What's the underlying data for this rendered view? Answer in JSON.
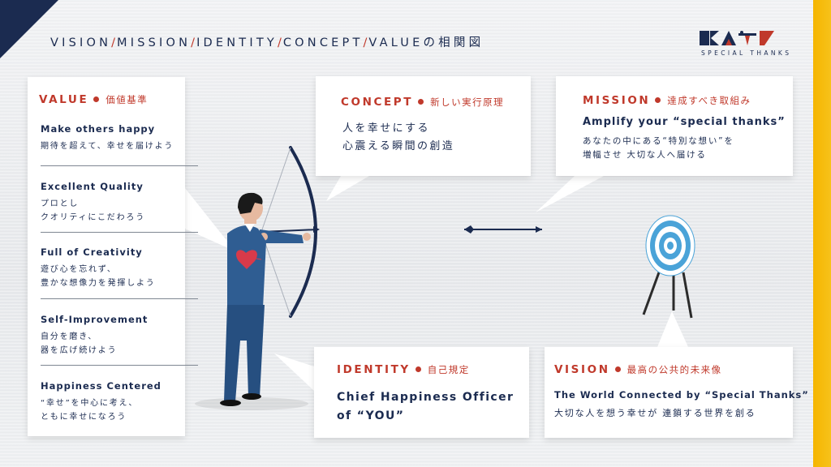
{
  "header": {
    "parts": [
      "VISION",
      "MISSION",
      "IDENTITY",
      "CONCEPT",
      "VALUE"
    ],
    "separator": "/",
    "suffix": "の相関図"
  },
  "logo": {
    "subtitle": "SPECIAL THANKS",
    "colors": [
      "#1b2b50",
      "#c0392b"
    ]
  },
  "value": {
    "title": "VALUE",
    "subtitle": "価値基準",
    "items": [
      {
        "en": "Make others happy",
        "jp": [
          "期待を超えて、幸せを届けよう"
        ]
      },
      {
        "en": "Excellent Quality",
        "jp": [
          "プロとし",
          "クオリティにこだわろう"
        ]
      },
      {
        "en": "Full of Creativity",
        "jp": [
          "遊び心を忘れず、",
          "豊かな想像力を発揮しよう"
        ]
      },
      {
        "en": "Self-Improvement",
        "jp": [
          "自分を磨き、",
          "器を広げ続けよう"
        ]
      },
      {
        "en": "Happiness Centered",
        "jp": [
          "“幸せ”を中心に考え、",
          "ともに幸せになろう"
        ]
      }
    ]
  },
  "concept": {
    "title": "CONCEPT",
    "subtitle": "新しい実行原理",
    "lines": [
      "人を幸せにする",
      "心震える瞬間の創造"
    ]
  },
  "mission": {
    "title": "MISSION",
    "subtitle": "達成すべき取組み",
    "en": "Amplify your “special thanks”",
    "jp": [
      "あなたの中にある“特別な想い”を",
      "増幅させ 大切な人へ届ける"
    ]
  },
  "identity": {
    "title": "IDENTITY",
    "subtitle": "自己規定",
    "en": [
      "Chief Happiness Officer",
      "of “YOU”"
    ]
  },
  "vision": {
    "title": "VISION",
    "subtitle": "最高の公共的未来像",
    "en": "The World Connected by “Special Thanks”",
    "jp": "大切な人を想う幸せが 連鎖する世界を創る"
  },
  "colors": {
    "navy": "#1b2b50",
    "accent": "#c0392b",
    "yellow": "#f5b500",
    "target_blue": "#4aa3d8",
    "suit": "#2f5d92"
  },
  "icons": [
    "archer-figure",
    "bow-icon",
    "arrow-icon",
    "target-icon",
    "heart-icon",
    "logo-mark"
  ]
}
